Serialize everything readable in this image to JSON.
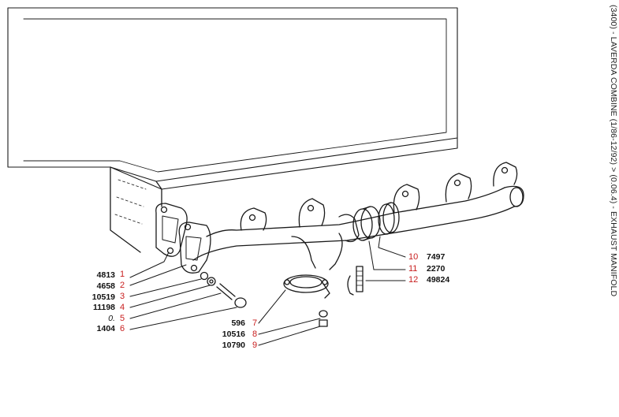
{
  "header": {
    "title": "(3400) - LAVERDA COMBINE (1/86-12/92) > (0.06.4) - EXHAUST MANIFOLD"
  },
  "colors": {
    "line": "#1a1a1a",
    "ref_number": "#c81e1e",
    "background": "#ffffff"
  },
  "parts": [
    {
      "ref": "1",
      "part_no": "4813"
    },
    {
      "ref": "2",
      "part_no": "4658"
    },
    {
      "ref": "3",
      "part_no": "10519"
    },
    {
      "ref": "4",
      "part_no": "11198"
    },
    {
      "ref": "5",
      "part_no": "0."
    },
    {
      "ref": "6",
      "part_no": "1404"
    },
    {
      "ref": "7",
      "part_no": "596"
    },
    {
      "ref": "8",
      "part_no": "10516"
    },
    {
      "ref": "9",
      "part_no": "10790"
    },
    {
      "ref": "10",
      "part_no": "7497"
    },
    {
      "ref": "11",
      "part_no": "2270"
    },
    {
      "ref": "12",
      "part_no": "49824"
    }
  ]
}
